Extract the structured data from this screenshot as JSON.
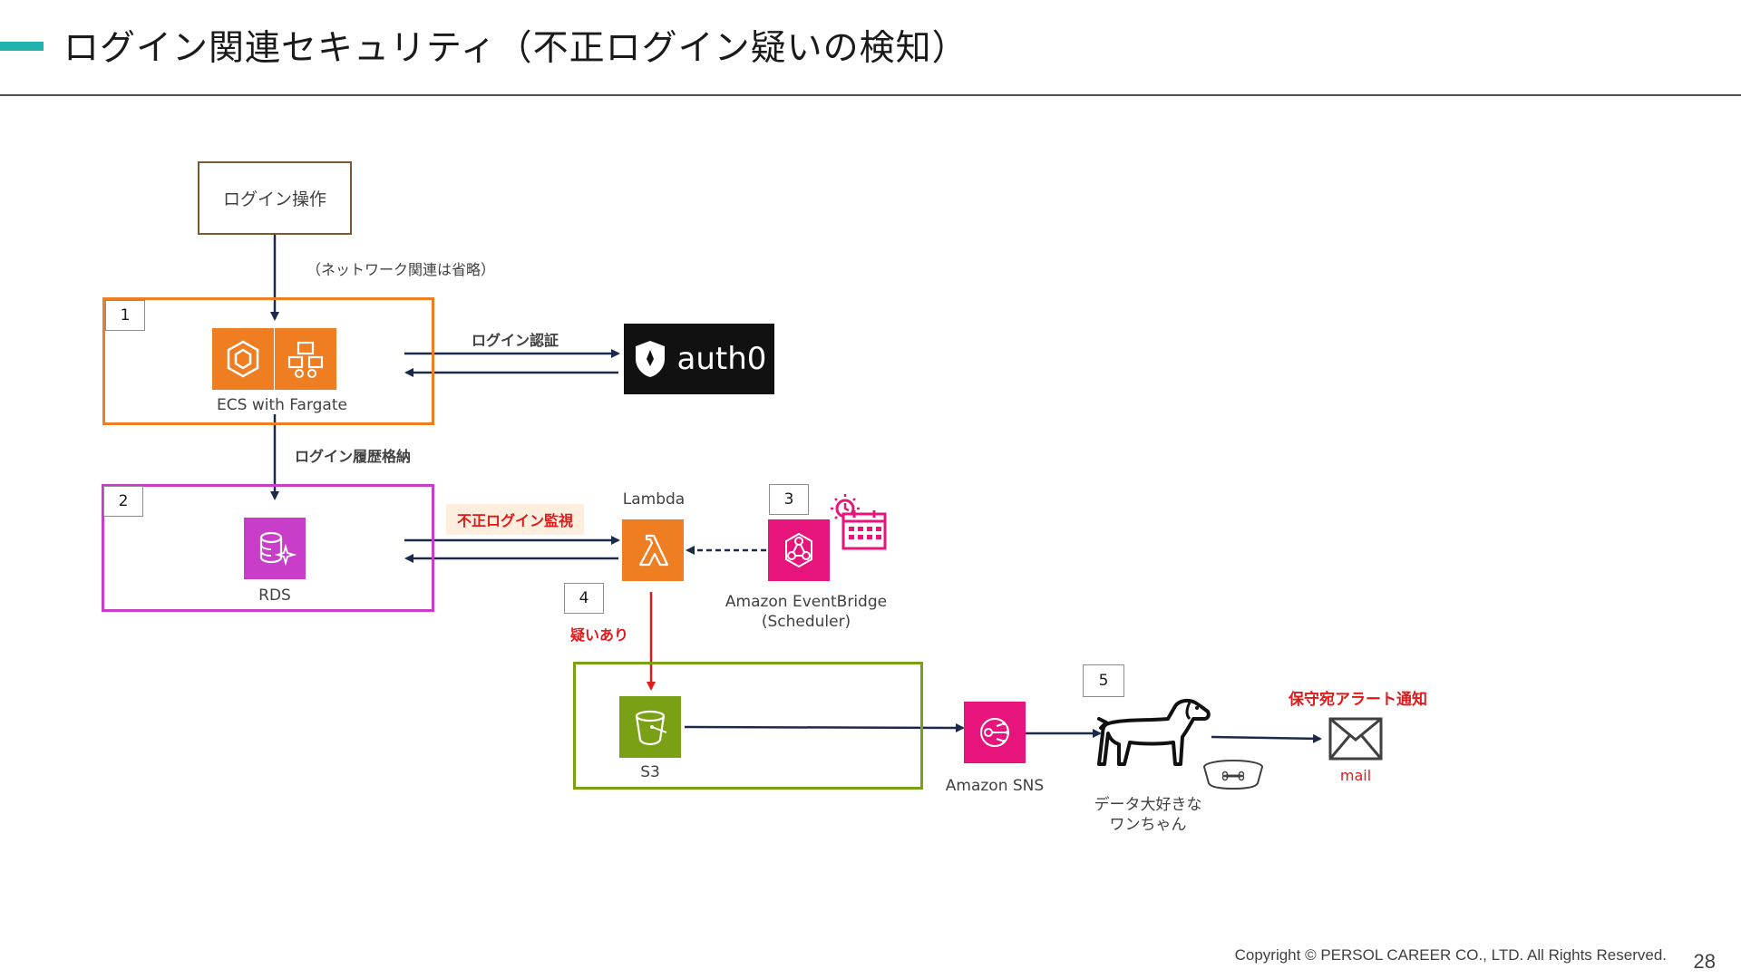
{
  "title": "ログイン関連セキュリティ（不正ログイン疑いの検知）",
  "login_box": "ログイン操作",
  "network_note": "（ネットワーク関連は省略）",
  "steps": [
    "1",
    "2",
    "3",
    "4",
    "5"
  ],
  "ecs": {
    "label": "ECS with Fargate",
    "icons": [
      "ecs-icon",
      "fargate-icon"
    ],
    "color": "#ef7d22"
  },
  "auth": {
    "edge_label": "ログイン認証",
    "logo_text": "auth0"
  },
  "store_history_label": "ログイン履歴格納",
  "rds": {
    "label": "RDS",
    "icon": "rds-icon",
    "color": "#c83ec8"
  },
  "monitor_label": "不正ログイン監視",
  "lambda": {
    "label": "Lambda",
    "icon": "lambda-icon",
    "color": "#ef7d22"
  },
  "eventbridge": {
    "label_line1": "Amazon EventBridge",
    "label_line2": "(Scheduler)",
    "icon": "eventbridge-icon",
    "color": "#e7157b"
  },
  "suspicious_label": "疑いあり",
  "s3": {
    "label": "S3",
    "icon": "s3-icon",
    "color": "#7aa116"
  },
  "sns": {
    "label": "Amazon SNS",
    "icon": "sns-icon",
    "color": "#e7157b"
  },
  "dog": {
    "label_line1": "データ大好きな",
    "label_line2": "ワンちゃん",
    "icon": "dog-icon"
  },
  "alert_label": "保守宛アラート通知",
  "mail": {
    "label": "mail",
    "icon": "mail-icon"
  },
  "footer": {
    "copyright": "Copyright © PERSOL CAREER CO., LTD. All Rights Reserved.",
    "page": "28"
  },
  "colors": {
    "accent": "#1fb3b0",
    "arrow": "#1b2a4a",
    "alert": "#e01a1a"
  }
}
